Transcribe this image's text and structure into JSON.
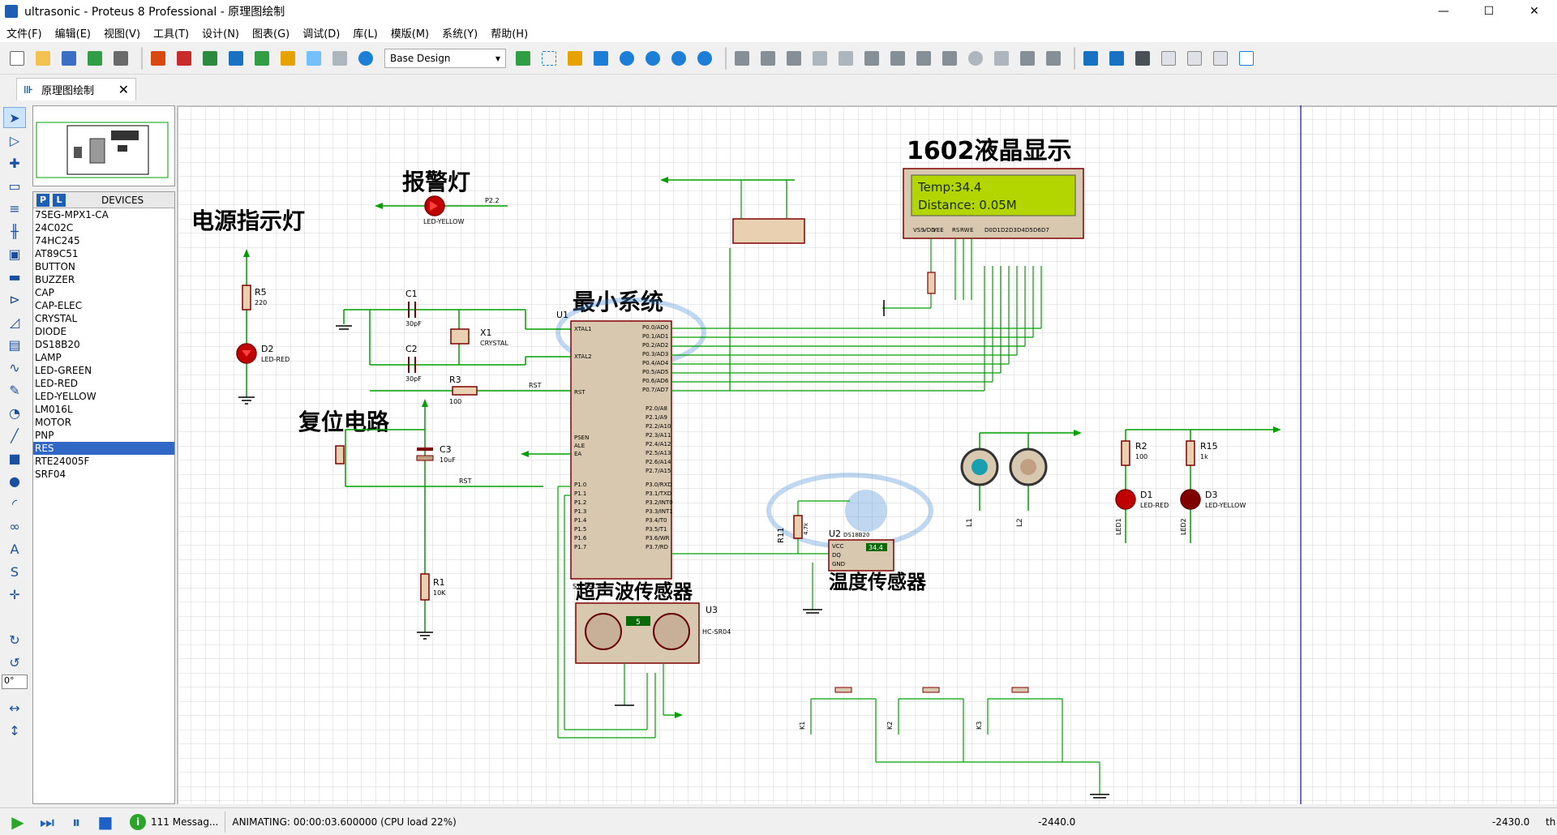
{
  "window": {
    "title": "ultrasonic - Proteus 8 Professional - 原理图绘制",
    "minimize": "—",
    "maximize": "☐",
    "close": "✕"
  },
  "menu": [
    "文件(F)",
    "编辑(E)",
    "视图(V)",
    "工具(T)",
    "设计(N)",
    "图表(G)",
    "调试(D)",
    "库(L)",
    "模版(M)",
    "系统(Y)",
    "帮助(H)"
  ],
  "toolbar": {
    "design_select": "Base Design"
  },
  "tab": {
    "label": "原理图绘制",
    "close": "✕"
  },
  "devices": {
    "header": "DEVICES",
    "p_btn": "P",
    "l_btn": "L",
    "items": [
      "7SEG-MPX1-CA",
      "24C02C",
      "74HC245",
      "AT89C51",
      "BUTTON",
      "BUZZER",
      "CAP",
      "CAP-ELEC",
      "CRYSTAL",
      "DIODE",
      "DS18B20",
      "LAMP",
      "LED-GREEN",
      "LED-RED",
      "LED-YELLOW",
      "LM016L",
      "MOTOR",
      "PNP",
      "RES",
      "RTE24005F",
      "SRF04"
    ],
    "selected": "RES"
  },
  "rotation": "0°",
  "schematic": {
    "labels": {
      "power_led": "电源指示灯",
      "alarm_led": "报警灯",
      "lcd_title": "1602液晶显示",
      "min_system": "最小系统",
      "reset": "复位电路",
      "ultrasonic": "超声波传感器",
      "temp_sensor": "温度传感器"
    },
    "lcd": {
      "line1": "Temp:34.4",
      "line2": "Distance:  0.05M"
    },
    "ds18b20_value": "34.4",
    "hcsr04_value": "5",
    "mcu": {
      "ref": "U1",
      "part": "STC89C52"
    },
    "components": {
      "r5": "R5",
      "r5v": "220",
      "d2": "D2",
      "d2v": "LED-RED",
      "c1": "C1",
      "c1v": "30pF",
      "c2": "C2",
      "c2v": "30pF",
      "x1": "X1",
      "x1v": "CRYSTAL",
      "r3": "R3",
      "r3v": "100",
      "c3": "C3",
      "c3v": "10uF",
      "r1": "R1",
      "r1v": "10K",
      "alarm_part": "LED-YELLOW",
      "p22": "P2.2",
      "u2": "U2",
      "u2v": "DS18B20",
      "r11": "R11",
      "r11v": "4.7k",
      "u3": "U3",
      "u3v": "HC-SR04",
      "r2": "R2",
      "r2v": "100",
      "r15": "R15",
      "r15v": "1k",
      "d1": "D1",
      "d1v": "LED-RED",
      "d3": "D3",
      "d3v": "LED-YELLOW",
      "led1": "LED1",
      "led2": "LED2",
      "l1": "L1",
      "l2": "L2",
      "k1": "K1",
      "k2": "K2",
      "k3": "K3",
      "rst": "RST"
    }
  },
  "status": {
    "messages": "111 Messag...",
    "animating": "ANIMATING: 00:00:03.600000 (CPU load 22%)",
    "x": "-2440.0",
    "y": "-2430.0",
    "th": "th"
  },
  "colors": {
    "wire": "#00a000",
    "component": "#800000",
    "pin_red": "#ff0000",
    "pin_blue": "#0000ff",
    "lcd_bg": "#b3d600"
  }
}
